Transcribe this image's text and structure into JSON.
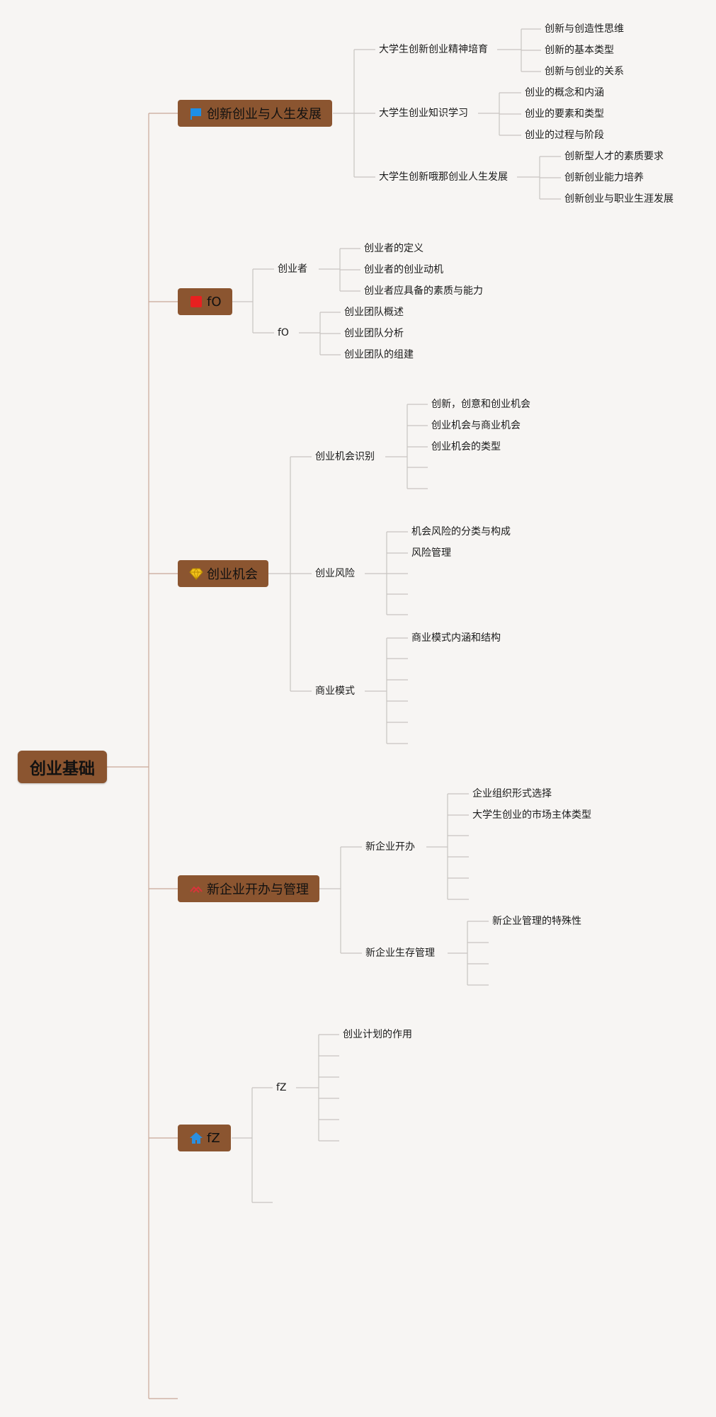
{
  "root": {
    "label": "创业基础"
  },
  "topics": [
    {
      "label": "创新创业与人生发展",
      "icon": "flag-icon",
      "icon_color": "#1e8fe6",
      "subtopics": [
        {
          "label": "大学生创新创业精神培育",
          "items": [
            "创新与创造性思维",
            "创新的基本类型",
            "创新与创业的关系"
          ]
        },
        {
          "label": "大学生创业知识学习",
          "items": [
            "创业的概念和内涵",
            "创业的要素和类型",
            "创业的过程与阶段"
          ]
        },
        {
          "label": "大学生创新哦那创业人生发展",
          "items": [
            "创新型人才的素质要求",
            "创新创业能力培养",
            "创新创业与职业生涯发展"
          ]
        }
      ]
    },
    {
      "label": "fO",
      "icon": "red-square-icon",
      "icon_color": "#e82020",
      "subtopics": [
        {
          "label": "创业者",
          "items": [
            "创业者的定义",
            "创业者的创业动机",
            "创业者应具备的素质与能力"
          ]
        },
        {
          "label": "fO",
          "items": [
            "创业团队概述",
            "创业团队分析",
            "创业团队的组建"
          ]
        }
      ]
    },
    {
      "label": "创业机会",
      "icon": "diamond-icon",
      "icon_color": "#f2c21b",
      "subtopics": [
        {
          "label": "创业机会识别",
          "items": [
            "创新，创意和创业机会",
            "创业机会与商业机会",
            "创业机会的类型",
            "",
            ""
          ]
        },
        {
          "label": "创业风险",
          "items": [
            "机会风险的分类与构成",
            "风险管理",
            "",
            "",
            ""
          ]
        },
        {
          "label": "商业模式",
          "items": [
            "商业模式内涵和结构",
            "",
            "",
            "",
            "",
            ""
          ]
        }
      ]
    },
    {
      "label": "新企业开办与管理",
      "icon": "hands-icon",
      "icon_color": "#d8343a",
      "subtopics": [
        {
          "label": "新企业开办",
          "items": [
            "企业组织形式选择",
            "大学生创业的市场主体类型",
            "",
            "",
            ""
          ]
        },
        {
          "label": "新企业生存管理",
          "items": [
            "新企业管理的特殊性",
            "",
            "",
            ""
          ]
        }
      ]
    },
    {
      "label": "fZ",
      "icon": "house-icon",
      "icon_color": "#2b8fe0",
      "subtopics": [
        {
          "label": "fZ",
          "items": [
            "创业计划的作用",
            "",
            "",
            "",
            "",
            ""
          ]
        },
        {
          "label": "",
          "items": []
        }
      ]
    },
    {
      "label": "",
      "icon": "",
      "icon_color": "",
      "subtopics": []
    }
  ],
  "colors": {
    "background": "#f7f5f3",
    "node_fill": "#8b5530",
    "line_main": "#c9a898",
    "line_sub": "#c8c4c1"
  }
}
